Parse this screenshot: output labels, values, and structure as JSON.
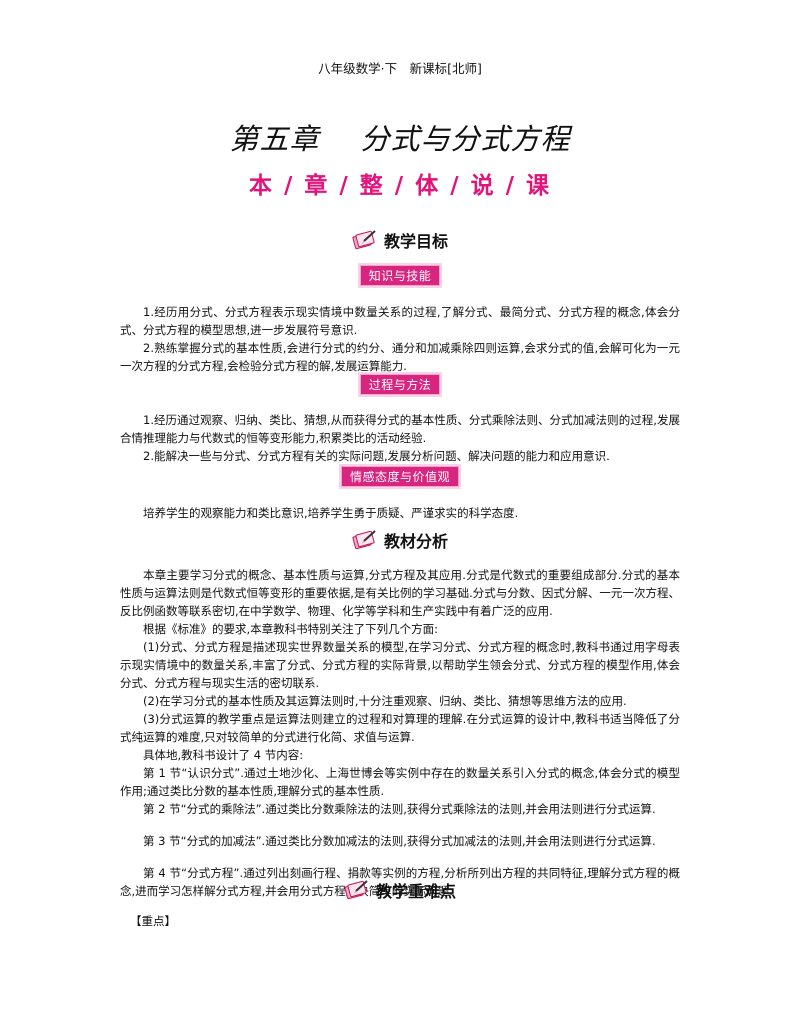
{
  "header": "八年级数学·下　新课标[北师]",
  "chapter": {
    "num": "第五章",
    "title": "分式与分式方程"
  },
  "subtitle": "本 / 章 / 整 / 体 / 说 / 课",
  "sections": {
    "goals": "教学目标",
    "analysis": "教材分析",
    "keypoints": "教学重难点"
  },
  "badges": {
    "knowledge": "知识与技能",
    "process": "过程与方法",
    "emotion": "情感态度与价值观"
  },
  "goals_paras": {
    "k1": "1.经历用分式、分式方程表示现实情境中数量关系的过程,了解分式、最简分式、分式方程的概念,体会分式、分式方程的模型思想,进一步发展符号意识.",
    "k2": "2.熟练掌握分式的基本性质,会进行分式的约分、通分和加减乘除四则运算,会求分式的值,会解可化为一元一次方程的分式方程,会检验分式方程的解,发展运算能力.",
    "p1": "1.经历通过观察、归纳、类比、猜想,从而获得分式的基本性质、分式乘除法则、分式加减法则的过程,发展合情推理能力与代数式的恒等变形能力,积累类比的活动经验.",
    "p2": "2.能解决一些与分式、分式方程有关的实际问题,发展分析问题、解决问题的能力和应用意识.",
    "e1": "培养学生的观察能力和类比意识,培养学生勇于质疑、严谨求实的科学态度."
  },
  "analysis_paras": [
    "本章主要学习分式的概念、基本性质与运算,分式方程及其应用.分式是代数式的重要组成部分.分式的基本性质与运算法则是代数式恒等变形的重要依据,是有关比例的学习基础.分式与分数、因式分解、一元一次方程、反比例函数等联系密切,在中学数学、物理、化学等学科和生产实践中有着广泛的应用.",
    "根据《标准》的要求,本章教科书特别关注了下列几个方面:",
    "(1)分式、分式方程是描述现实世界数量关系的模型,在学习分式、分式方程的概念时,教科书通过用字母表示现实情境中的数量关系,丰富了分式、分式方程的实际背景,以帮助学生领会分式、分式方程的模型作用,体会分式、分式方程与现实生活的密切联系.",
    "(2)在学习分式的基本性质及其运算法则时,十分注重观察、归纳、类比、猜想等思维方法的应用.",
    "(3)分式运算的教学重点是运算法则建立的过程和对算理的理解.在分式运算的设计中,教科书适当降低了分式纯运算的难度,只对较简单的分式进行化简、求值与运算.",
    "具体地,教科书设计了 4 节内容:",
    "第 1 节“认识分式”.通过土地沙化、上海世博会等实例中存在的数量关系引入分式的概念,体会分式的模型作用;通过类比分数的基本性质,理解分式的基本性质.",
    "第 2 节“分式的乘除法”.通过类比分数乘除法的法则,获得分式乘除法的法则,并会用法则进行分式运算.",
    "第 3 节“分式的加减法”.通过类比分数加减法的法则,获得分式加减法的法则,并会用法则进行分式运算.",
    "第 4 节“分式方程”.通过列出刻画行程、捐款等实例的方程,分析所列出方程的共同特征,理解分式方程的概念,进而学习怎样解分式方程,并会用分式方程解决简单的实际问题."
  ],
  "keypoints_label": "【重点】"
}
